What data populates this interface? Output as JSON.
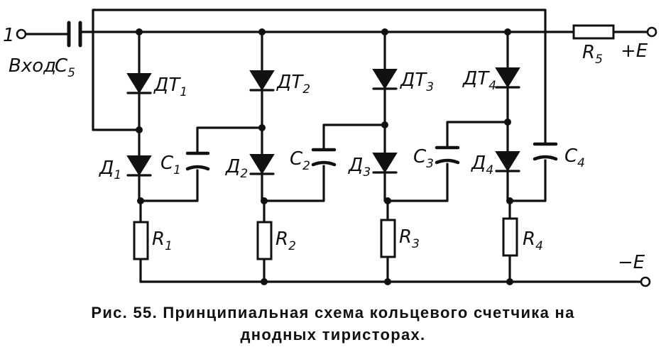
{
  "diagram": {
    "labels": {
      "input_terminal": "1",
      "input_text": "Вход",
      "c5": {
        "letter": "C",
        "sub": "5"
      },
      "r5": {
        "letter": "R",
        "sub": "5"
      },
      "plus_e": "+E",
      "minus_e": "−E",
      "dt1": {
        "letter": "ДT",
        "sub": "1"
      },
      "dt2": {
        "letter": "ДT",
        "sub": "2"
      },
      "dt3": {
        "letter": "ДT",
        "sub": "3"
      },
      "dt4": {
        "letter": "ДT",
        "sub": "4"
      },
      "d1": {
        "letter": "Д",
        "sub": "1"
      },
      "d2": {
        "letter": "Д",
        "sub": "2"
      },
      "d3": {
        "letter": "Д",
        "sub": "3"
      },
      "d4": {
        "letter": "Д",
        "sub": "4"
      },
      "c1": {
        "letter": "C",
        "sub": "1"
      },
      "c2": {
        "letter": "C",
        "sub": "2"
      },
      "c3": {
        "letter": "C",
        "sub": "3"
      },
      "c4": {
        "letter": "C",
        "sub": "4"
      },
      "r1": {
        "letter": "R",
        "sub": "1"
      },
      "r2": {
        "letter": "R",
        "sub": "2"
      },
      "r3": {
        "letter": "R",
        "sub": "3"
      },
      "r4": {
        "letter": "R",
        "sub": "4"
      }
    }
  },
  "caption": {
    "line1": "Рис. 55. Принципиальная схема кольцевого счетчика на",
    "line2": "днодных тиристорах."
  }
}
